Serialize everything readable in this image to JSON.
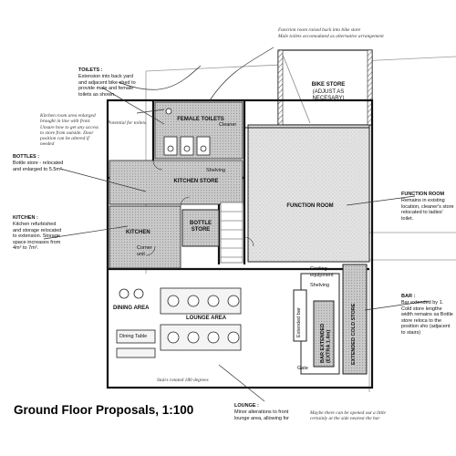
{
  "title": "Ground Floor Proposals,  1:100",
  "notes": {
    "toilets_head": "TOILETS :",
    "toilets_body": "Extension into back yard and adjacent bike shed to provide male and female toilets as shown.",
    "bottles_head": "BOTTLES :",
    "bottles_body": "Bottle store - relocated and enlarged to 5.5m².",
    "kitchen_head": "KITCHEN :",
    "kitchen_body": "Kitchen refurbished and storage relocated to extension. Storage space increases from 4m² to 7m².",
    "function_head": "FUNCTION ROOM",
    "function_body": "Remains in existing location, cleaner's store relocated to ladies' toilet.",
    "bar_head": "BAR :",
    "bar_body": "Bar extended by 1. Cold store lengthe width remains sa Bottle store reloca to the position sho (adjacent to stairs)",
    "lounge_head": "LOUNGE :",
    "lounge_body": "Minor alterations to front lounge area, allowing for"
  },
  "handwritten": {
    "top": "Function room raised back into bike store",
    "top2": "Male toilets accomodated as alternative arrangement",
    "kitchen": "Kitchen room area enlarged brought in line with front. Unsure how to get any access to store from outside. Door position can be altered if needed",
    "potential": "Potential for toilets",
    "stairs": "Stairs rotated 180 degrees",
    "bottom": "Maybe there can be opened out a little certainly at the side nearest the bar"
  },
  "rooms": {
    "bike_store": "BIKE STORE",
    "bike_store_sub": "(ADJUST AS NECESARY)",
    "female_toilets": "FEMALE TOILETS",
    "cleaner": "Cleaner",
    "kitchen_store": "KITCHEN STORE",
    "shelving": "Shelving",
    "function_room": "FUNCTION ROOM",
    "kitchen": "KITCHEN",
    "bottle_store": "BOTTLE STORE",
    "corner_unit": "Corner unit",
    "dining_area": "DINING AREA",
    "lounge_area": "LOUNGE AREA",
    "dining_table": "Dining Table",
    "cooling_equipment": "Cooling equipment",
    "bar_extended": "BAR EXTENDED (EXTRA 1.4m)",
    "extended_cold_store": "EXTENDED COLD STORE",
    "extended_bar": "Extended bar",
    "gate": "Gate",
    "shelving2": "Shelving"
  }
}
